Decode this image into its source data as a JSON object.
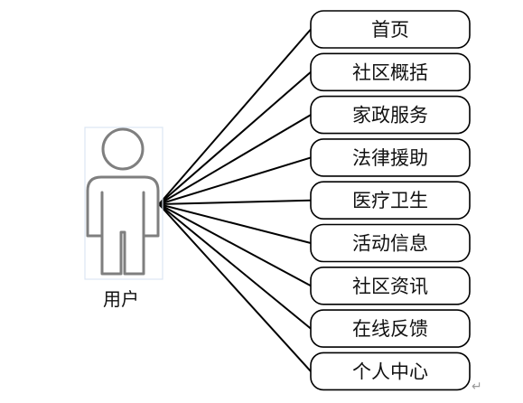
{
  "actor": {
    "label": "用户",
    "icon": "user-icon"
  },
  "nodes": [
    {
      "label": "首页"
    },
    {
      "label": "社区概括"
    },
    {
      "label": "家政服务"
    },
    {
      "label": "法律援助"
    },
    {
      "label": "医疗卫生"
    },
    {
      "label": "活动信息"
    },
    {
      "label": "社区资讯"
    },
    {
      "label": "在线反馈"
    },
    {
      "label": "个人中心"
    }
  ],
  "colors": {
    "line": "#000000",
    "actor_stroke": "#7f7f7f",
    "actor_frame": "#dbe6f2",
    "text": "#111111"
  }
}
